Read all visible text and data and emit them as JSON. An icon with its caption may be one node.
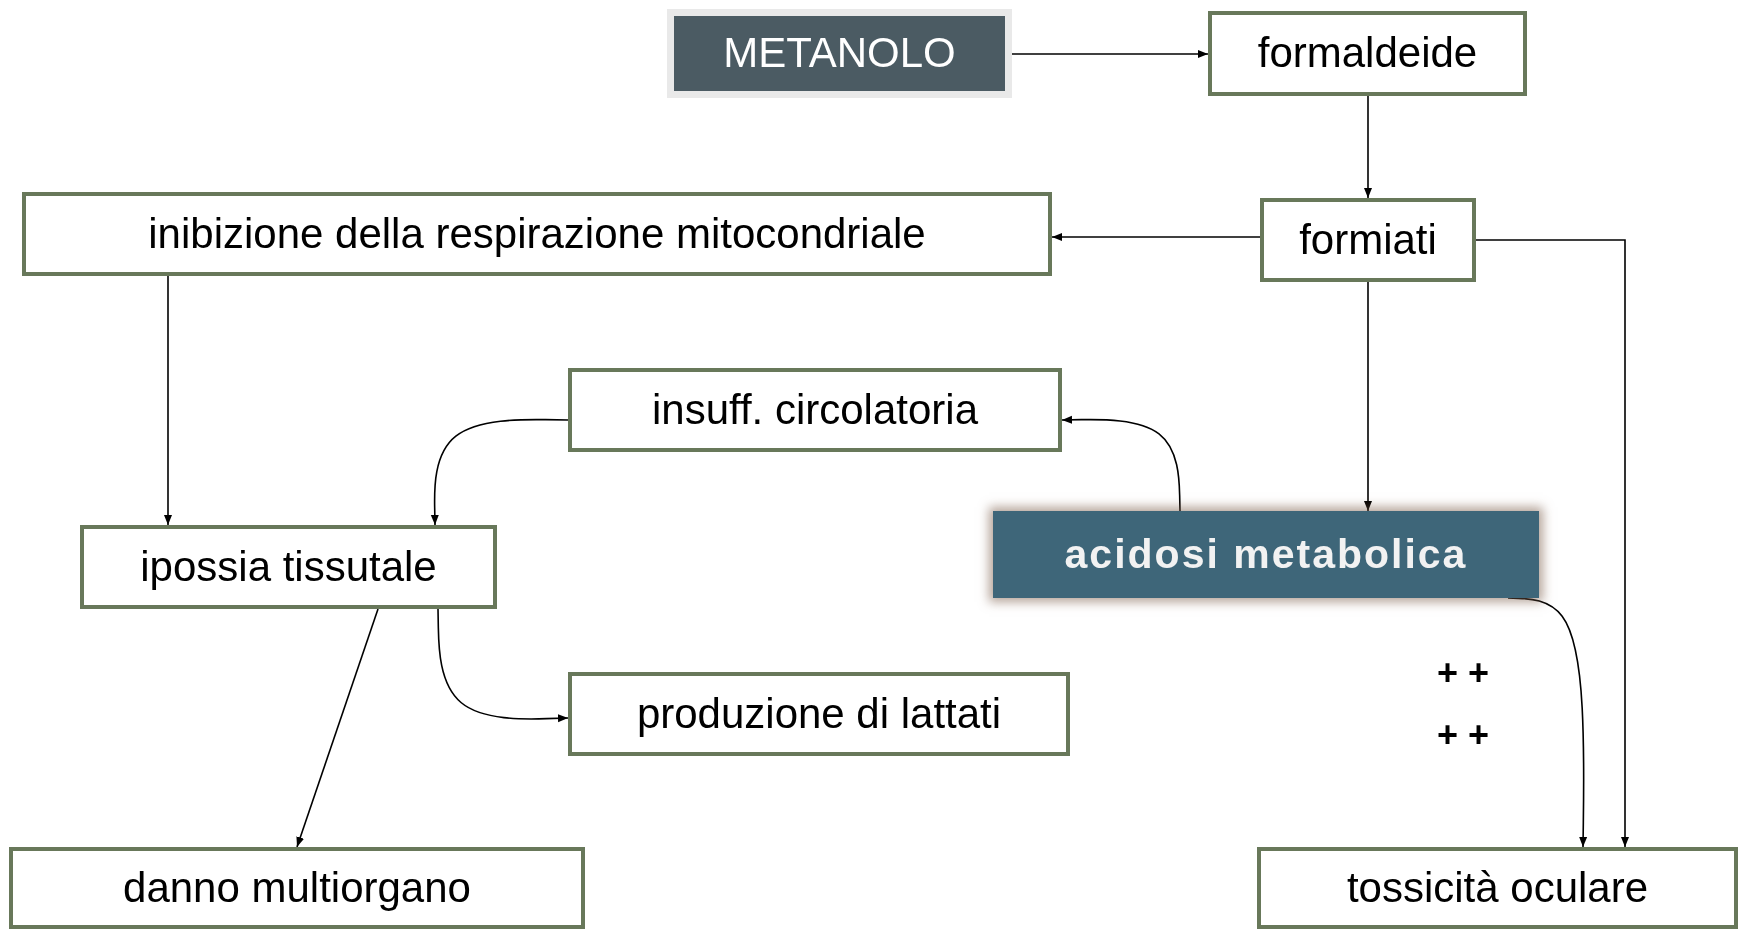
{
  "diagram": {
    "nodes": [
      {
        "text": [
          "METANOLO"
        ]
      },
      {
        "text": [
          "formaldeide"
        ]
      },
      {
        "text": [
          "formiati"
        ]
      },
      {
        "text": [
          "inibizione della respirazione mitocondriale"
        ]
      },
      {
        "text": [
          "insuff. circolatoria"
        ]
      },
      {
        "text": [
          "acidosi metabolica"
        ]
      },
      {
        "text": [
          "ipossia tissutale"
        ]
      },
      {
        "text": [
          "produzione di lattati"
        ]
      },
      {
        "text": [
          "danno multiorgano"
        ]
      },
      {
        "text": [
          "tossicità oculare"
        ]
      }
    ],
    "edges": [
      {
        "from": 0,
        "to": 1,
        "arrow": "to"
      },
      {
        "from": 1,
        "to": 2,
        "arrow": "to"
      },
      {
        "from": 2,
        "to": 3,
        "arrow": "to"
      },
      {
        "from": 2,
        "to": 9,
        "arrow": "to"
      },
      {
        "from": 2,
        "to": 5,
        "arrow": "to"
      },
      {
        "from": 5,
        "to": 4,
        "arrow": "to"
      },
      {
        "from": 3,
        "to": 6,
        "arrow": "to"
      },
      {
        "from": 4,
        "to": 6,
        "arrow": "to"
      },
      {
        "from": 6,
        "to": 7,
        "arrow": "to"
      },
      {
        "from": 6,
        "to": 8,
        "arrow": "to"
      },
      {
        "from": 5,
        "to": 9,
        "arrow": "to"
      }
    ],
    "labels": [
      "+ +",
      "+ +"
    ]
  }
}
